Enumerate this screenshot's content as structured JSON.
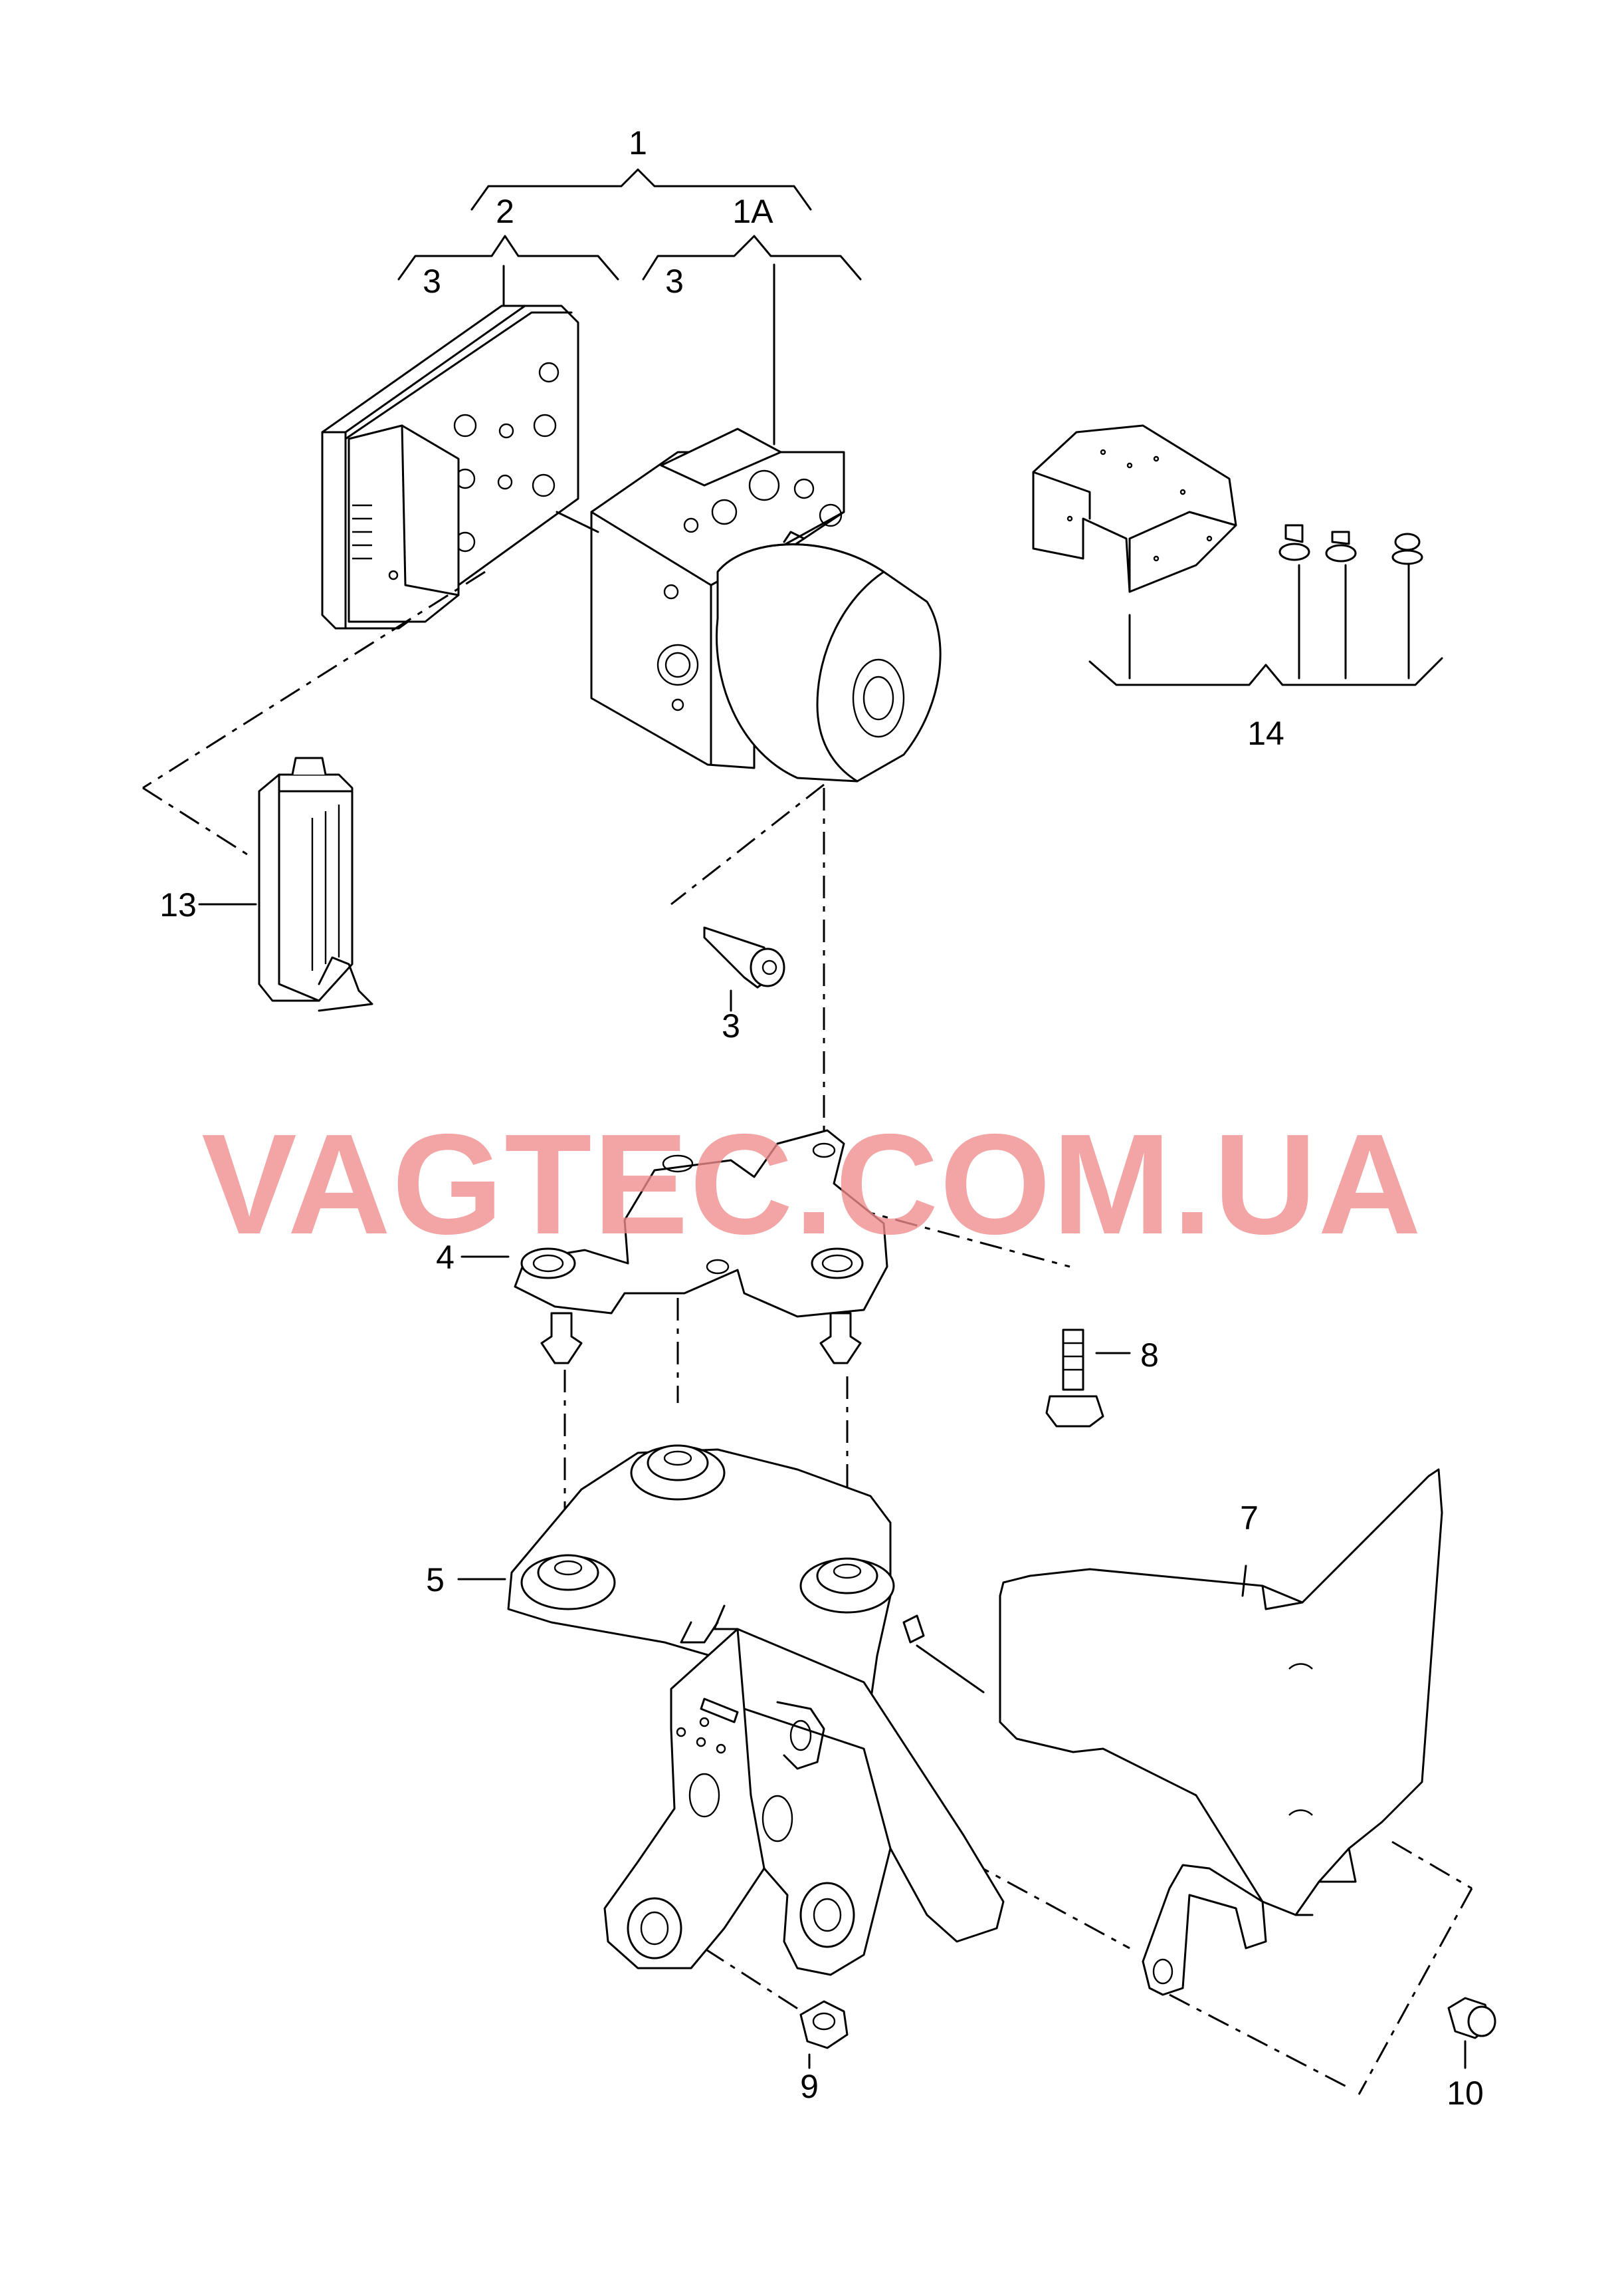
{
  "watermark": "VAGTEC.COM.UA",
  "labels": {
    "l1": "1",
    "l2": "2",
    "l1a": "1A",
    "l3_left": "3",
    "l3_right": "3",
    "l3_bolt": "3",
    "l4": "4",
    "l5": "5",
    "l7": "7",
    "l8": "8",
    "l9": "9",
    "l10": "10",
    "l13": "13",
    "l14": "14"
  }
}
